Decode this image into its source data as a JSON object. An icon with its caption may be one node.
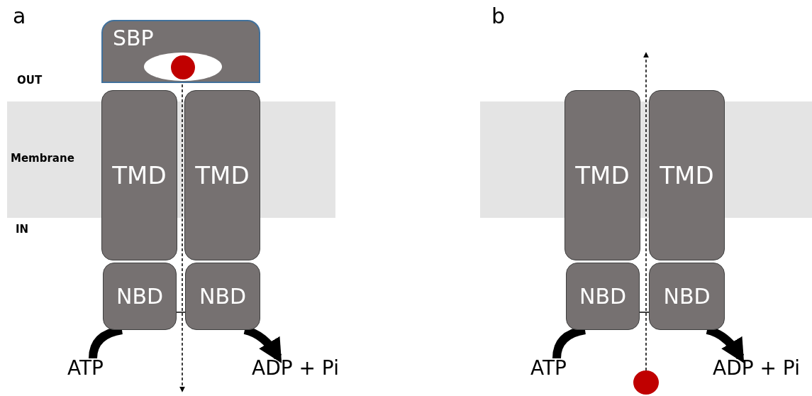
{
  "diagram": {
    "nodes": [
      {
        "text": [
          "Membrane"
        ]
      },
      {
        "text": [
          "SBP"
        ]
      },
      {
        "text": [],
        "shape": "circle",
        "in": 1
      },
      {
        "text": [
          "TMD"
        ]
      },
      {
        "text": [
          "TMD"
        ]
      },
      {
        "text": [
          "NBD"
        ]
      },
      {
        "text": [
          "NBD"
        ]
      },
      {
        "text": [
          "ATP"
        ]
      },
      {
        "text": [
          "ADP + Pi"
        ]
      },
      {
        "text": [],
        "shape": "band"
      },
      {
        "text": [
          "TMD"
        ]
      },
      {
        "text": [
          "TMD"
        ]
      },
      {
        "text": [
          "NBD"
        ]
      },
      {
        "text": [
          "NBD"
        ]
      },
      {
        "text": [
          "ATP"
        ]
      },
      {
        "text": [],
        "shape": "circle"
      },
      {
        "text": [
          "ADP + Pi"
        ]
      }
    ],
    "edges": [
      {
        "from": 2,
        "to": null,
        "arrow": "to",
        "style": "dashed"
      },
      {
        "from": 5,
        "to": 6,
        "arrow": "none"
      },
      {
        "from": 7,
        "to": 5,
        "arrow": "none",
        "style": "thick"
      },
      {
        "from": 6,
        "to": 8,
        "arrow": "to",
        "style": "thick"
      },
      {
        "from": 15,
        "to": null,
        "arrow": "to",
        "style": "dashed"
      },
      {
        "from": 12,
        "to": 13,
        "arrow": "none"
      },
      {
        "from": 14,
        "to": 12,
        "arrow": "none",
        "style": "thick"
      },
      {
        "from": 13,
        "to": 16,
        "arrow": "to",
        "style": "thick"
      }
    ],
    "labels": [
      "a",
      "OUT",
      "IN",
      "b"
    ]
  }
}
